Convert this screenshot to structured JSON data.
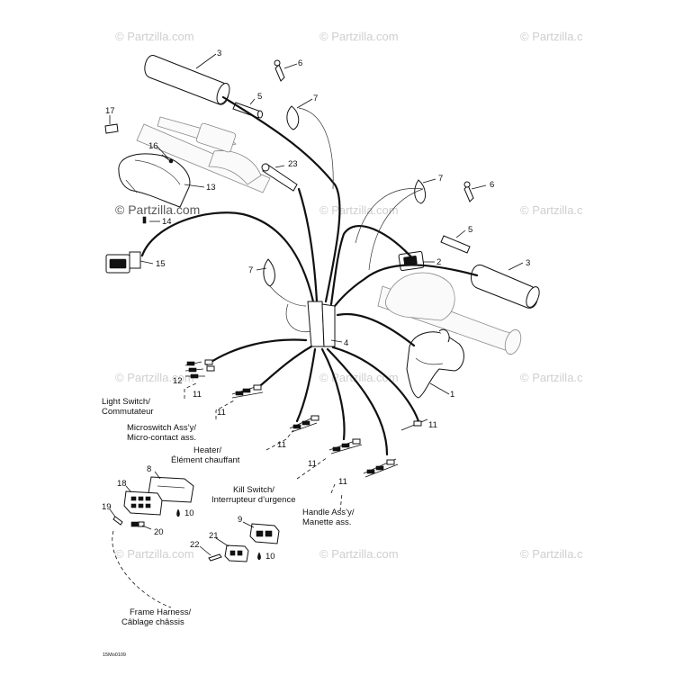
{
  "watermark": {
    "text": "© Partzilla.com",
    "text_cut": "© Partzilla.c"
  },
  "callouts": {
    "c1": "1",
    "c2": "2",
    "c3a": "3",
    "c3b": "3",
    "c4": "4",
    "c5a": "5",
    "c5b": "5",
    "c6a": "6",
    "c6b": "6",
    "c7a": "7",
    "c7b": "7",
    "c7c": "7",
    "c8": "8",
    "c9": "9",
    "c10a": "10",
    "c10b": "10",
    "c11a": "11",
    "c11b": "11",
    "c11c": "11",
    "c11d": "11",
    "c11e": "11",
    "c11f": "11",
    "c12": "12",
    "c13": "13",
    "c14": "14",
    "c15": "15",
    "c16": "16",
    "c17": "17",
    "c18": "18",
    "c19": "19",
    "c20": "20",
    "c21": "21",
    "c22": "22",
    "c23": "23"
  },
  "labels": {
    "light_switch": [
      "Light Switch/",
      "Commutateur"
    ],
    "microswitch": [
      "Microswitch Ass’y/",
      "Micro-contact ass."
    ],
    "heater": [
      "Heater/",
      "Élément chauffant"
    ],
    "kill_switch": [
      "Kill Switch/",
      "Interrupteur d’urgence"
    ],
    "handle": [
      "Handle Ass’y/",
      "Manette ass."
    ],
    "frame_harness": [
      "Frame Harness/",
      "Câblage châssis"
    ]
  },
  "figure_code": "15Mo0109"
}
